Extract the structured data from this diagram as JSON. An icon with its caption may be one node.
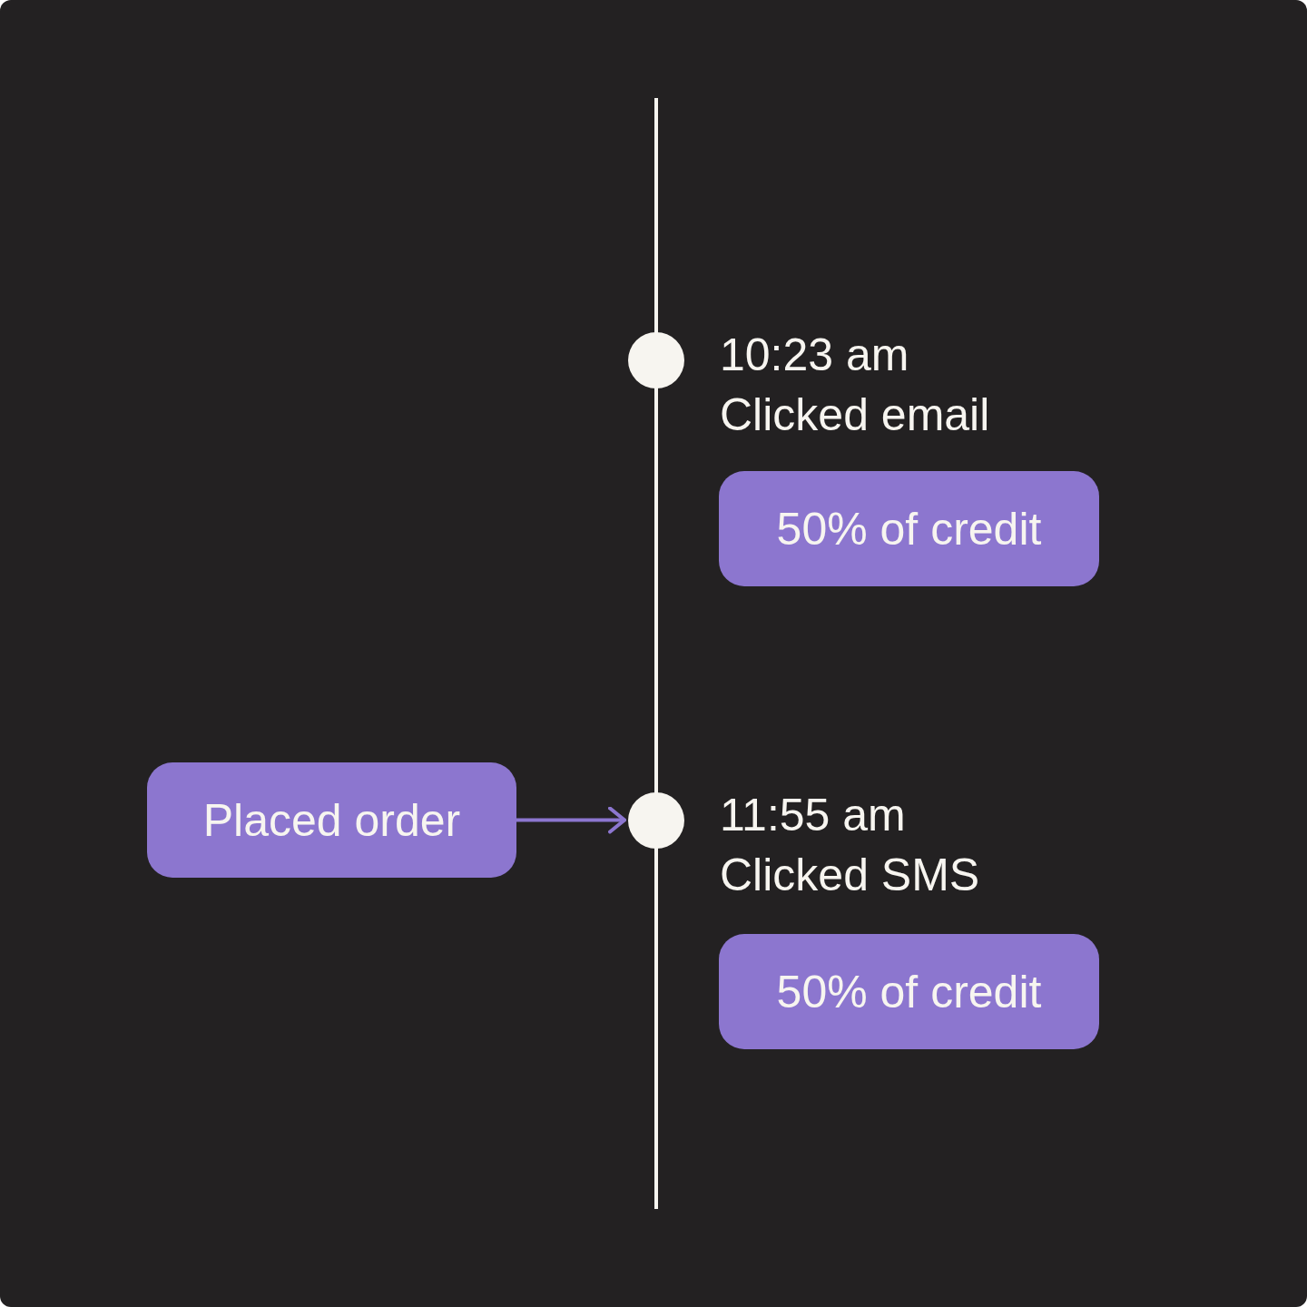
{
  "diagram": {
    "nodes": [
      {
        "text": [
          "Placed order"
        ]
      },
      {
        "text": [],
        "shape": "circle",
        "beside": [
          "10:23 am",
          "Clicked email"
        ]
      },
      {
        "text": [
          "50% of credit"
        ]
      },
      {
        "text": [],
        "shape": "circle",
        "beside": [
          "11:55 am",
          "Clicked SMS"
        ]
      },
      {
        "text": [
          "50% of credit"
        ]
      }
    ],
    "edges": [
      {
        "from": 0,
        "to": 3,
        "arrow": "to",
        "color": "#8c76cf"
      }
    ]
  }
}
